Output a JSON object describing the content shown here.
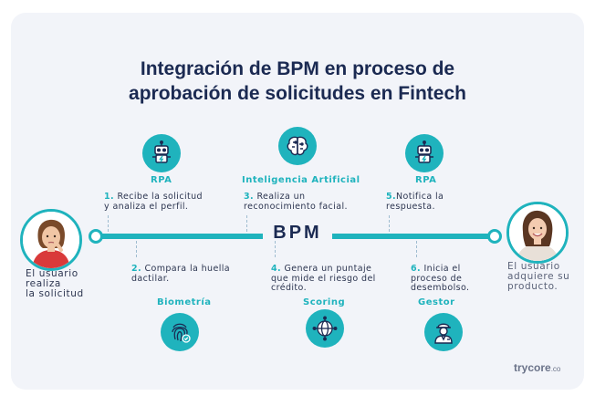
{
  "title": {
    "line1": "Integración de BPM en proceso de",
    "line2": "aprobación de solicitudes en Fintech"
  },
  "center_label": "BPM",
  "start_user": {
    "caption_lines": [
      "El usuario",
      "realiza",
      "la solicitud"
    ]
  },
  "end_user": {
    "caption_lines": [
      "El usuario",
      "adquiere su",
      "producto."
    ]
  },
  "steps_top": [
    {
      "category": "RPA",
      "icon": "robot-icon",
      "number": "1.",
      "text_lines": [
        "Recibe la solicitud",
        "y analiza el perfil."
      ]
    },
    {
      "category": "Inteligencia Artificial",
      "icon": "brain-circuit-icon",
      "number": "3.",
      "text_lines": [
        "Realiza un",
        "reconocimiento facial."
      ]
    },
    {
      "category": "RPA",
      "icon": "robot-icon",
      "number": "5.",
      "text_lines": [
        "Notifica la",
        "respuesta."
      ]
    }
  ],
  "steps_bottom": [
    {
      "category": "Biometría",
      "icon": "fingerprint-icon",
      "number": "2.",
      "text_lines": [
        "Compara la huella",
        "dactilar."
      ]
    },
    {
      "category": "Scoring",
      "icon": "network-globe-icon",
      "number": "4.",
      "text_lines": [
        "Genera un puntaje",
        "que mide el riesgo del",
        "crédito."
      ]
    },
    {
      "category": "Gestor",
      "icon": "manager-icon",
      "number": "6.",
      "text_lines": [
        "Inicia el",
        "proceso de",
        "desembolso."
      ]
    }
  ],
  "brand": {
    "name": "trycore",
    "suffix": ".co"
  },
  "colors": {
    "accent": "#1fb3bd",
    "title": "#1b2a52",
    "background": "#f2f4f9"
  }
}
